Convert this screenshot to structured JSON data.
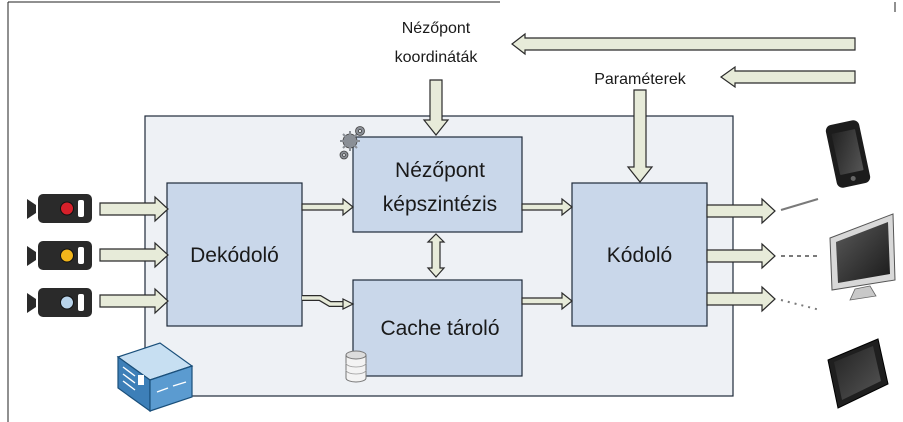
{
  "labels": {
    "viewpoint_line1": "Nézőpont",
    "viewpoint_line2": "koordináták",
    "parameters": "Paraméterek",
    "decoder": "Dekódoló",
    "synth_line1": "Nézőpont",
    "synth_line2": "képszintézis",
    "cache": "Cache tároló",
    "encoder": "Kódoló"
  },
  "colors": {
    "block_fill": "#c9d7ea",
    "block_stroke": "#1e2a3a",
    "server_area_fill": "#eef1f5",
    "arrow_fill": "#e7ebd9",
    "arrow_stroke": "#2b2b2b"
  },
  "cameras": [
    {
      "name": "camera-red",
      "led_color": "#d6202a"
    },
    {
      "name": "camera-yellow",
      "led_color": "#f2b51b"
    },
    {
      "name": "camera-blue",
      "led_color": "#b8d3ea"
    }
  ],
  "icons": {
    "gears": "gears-icon",
    "database": "database-icon",
    "server": "server-icon",
    "phone": "smartphone-icon",
    "monitor": "monitor-icon",
    "tablet": "tablet-icon"
  }
}
